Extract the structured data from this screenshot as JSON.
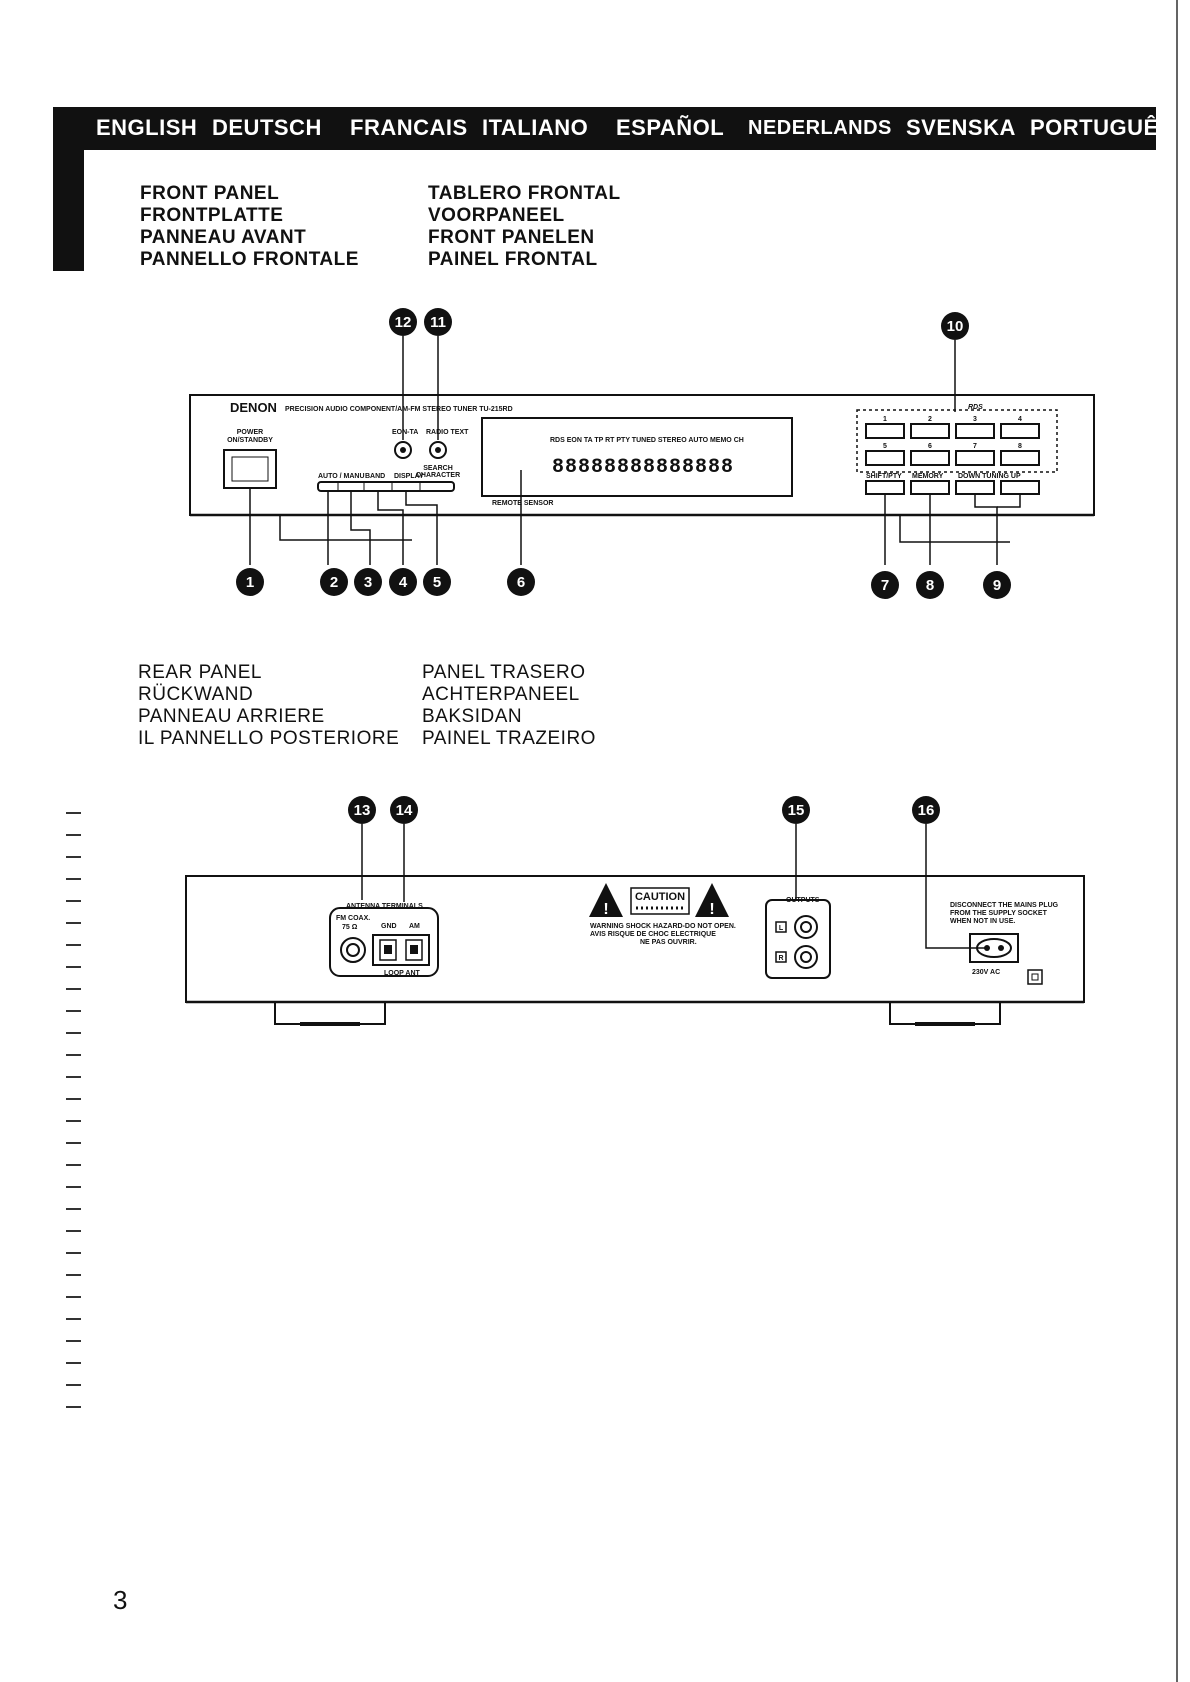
{
  "languages": [
    "ENGLISH",
    "DEUTSCH",
    "FRANCAIS",
    "ITALIANO",
    "ESPAÑOL",
    "NEDERLANDS",
    "SVENSKA",
    "PORTUGUÊ"
  ],
  "front_panel": {
    "headings_left": [
      "FRONT PANEL",
      "FRONTPLATTE",
      "PANNEAU AVANT",
      "PANNELLO FRONTALE"
    ],
    "headings_right": [
      "TABLERO FRONTAL",
      "VOORPANEEL",
      "FRONT PANELEN",
      "PAINEL FRONTAL"
    ],
    "brand": "DENON",
    "model_line": "PRECISION AUDIO COMPONENT/AM-FM STEREO TUNER TU-215RD",
    "rds_logo": "RDS",
    "power_label_1": "POWER",
    "power_label_2": "ON/STANDBY",
    "button_row_labels": [
      "AUTO / MANU",
      "BAND",
      "DISPLAY"
    ],
    "search_label_1": "SEARCH",
    "search_label_2": "CHARACTER",
    "eon_ta_label": "EON-TA",
    "radio_text_label": "RADIO TEXT",
    "display_indicators": "RDS EON TA TP RT PTY TUNED STEREO AUTO MEMO CH",
    "display_segments": "88888888888888",
    "remote_sensor": "REMOTE SENSOR",
    "preset_numbers": [
      "1",
      "2",
      "3",
      "4",
      "5",
      "6",
      "7",
      "8"
    ],
    "shift_pty": "SHIFT/PTY",
    "memory": "MEMORY",
    "tuning_label": "DOWN TUNING UP",
    "callouts": [
      "1",
      "2",
      "3",
      "4",
      "5",
      "6",
      "7",
      "8",
      "9",
      "10",
      "11",
      "12"
    ]
  },
  "rear_panel": {
    "headings_left": [
      "REAR PANEL",
      "RÜCKWAND",
      "PANNEAU ARRIERE",
      "IL PANNELLO POSTERIORE"
    ],
    "headings_right": [
      "PANEL TRASERO",
      "ACHTERPANEEL",
      "BAKSIDAN",
      "PAINEL TRAZEIRO"
    ],
    "antenna_terminals": "ANTENNA TERMINALS",
    "fm_coax": "FM COAX.",
    "ohms": "75 Ω",
    "gnd": "GND",
    "am": "AM",
    "loop_ant": "LOOP ANT",
    "caution": "CAUTION",
    "warning_1": "WARNING SHOCK HAZARD-DO NOT OPEN.",
    "warning_2": "AVIS RISQUE DE CHOC ELECTRIQUE",
    "warning_3": "NE PAS OUVRIR.",
    "outputs": "OUTPUTS",
    "out_l": "L",
    "out_r": "R",
    "mains_1": "DISCONNECT THE MAINS PLUG",
    "mains_2": "FROM THE SUPPLY SOCKET",
    "mains_3": "WHEN NOT IN USE.",
    "voltage": "230V AC",
    "callouts": [
      "13",
      "14",
      "15",
      "16"
    ]
  },
  "page_number": "3"
}
